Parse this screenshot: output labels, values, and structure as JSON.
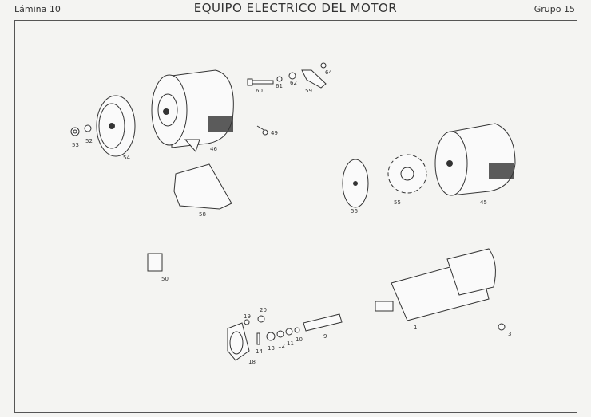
{
  "header": {
    "sheet": "Lámina 10",
    "title": "EQUIPO ELECTRICO DEL MOTOR",
    "group": "Grupo 15"
  },
  "callouts": [
    "53",
    "52",
    "54",
    "46",
    "60",
    "61",
    "62",
    "59",
    "64",
    "49",
    "58",
    "56",
    "55",
    "45",
    "50",
    "1",
    "3",
    "19",
    "20",
    "9",
    "10",
    "11",
    "12",
    "13",
    "14",
    "18"
  ]
}
